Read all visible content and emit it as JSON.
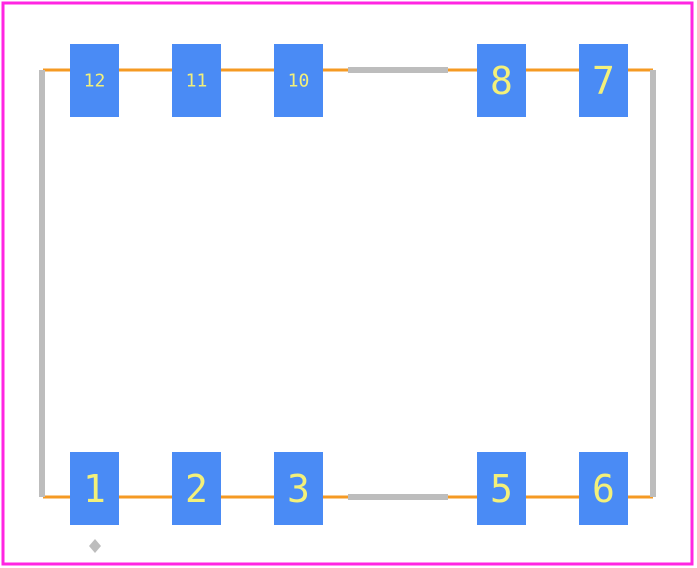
{
  "colors": {
    "background": "#ffffff",
    "courtyard": "#ff26e2",
    "body_outline": "#bdbdbd",
    "pin_trace": "#f59a23",
    "pad_fill": "#4a8bf5",
    "pad_label": "#f3f07a",
    "pin1_marker": "#bdbdbd"
  },
  "pads": {
    "top": [
      {
        "label": "12"
      },
      {
        "label": "11"
      },
      {
        "label": "10"
      },
      {
        "label": "8"
      },
      {
        "label": "7"
      }
    ],
    "bottom": [
      {
        "label": "1"
      },
      {
        "label": "2"
      },
      {
        "label": "3"
      },
      {
        "label": "5"
      },
      {
        "label": "6"
      }
    ]
  },
  "markers": {
    "pin1_icon": "diamond-icon"
  }
}
